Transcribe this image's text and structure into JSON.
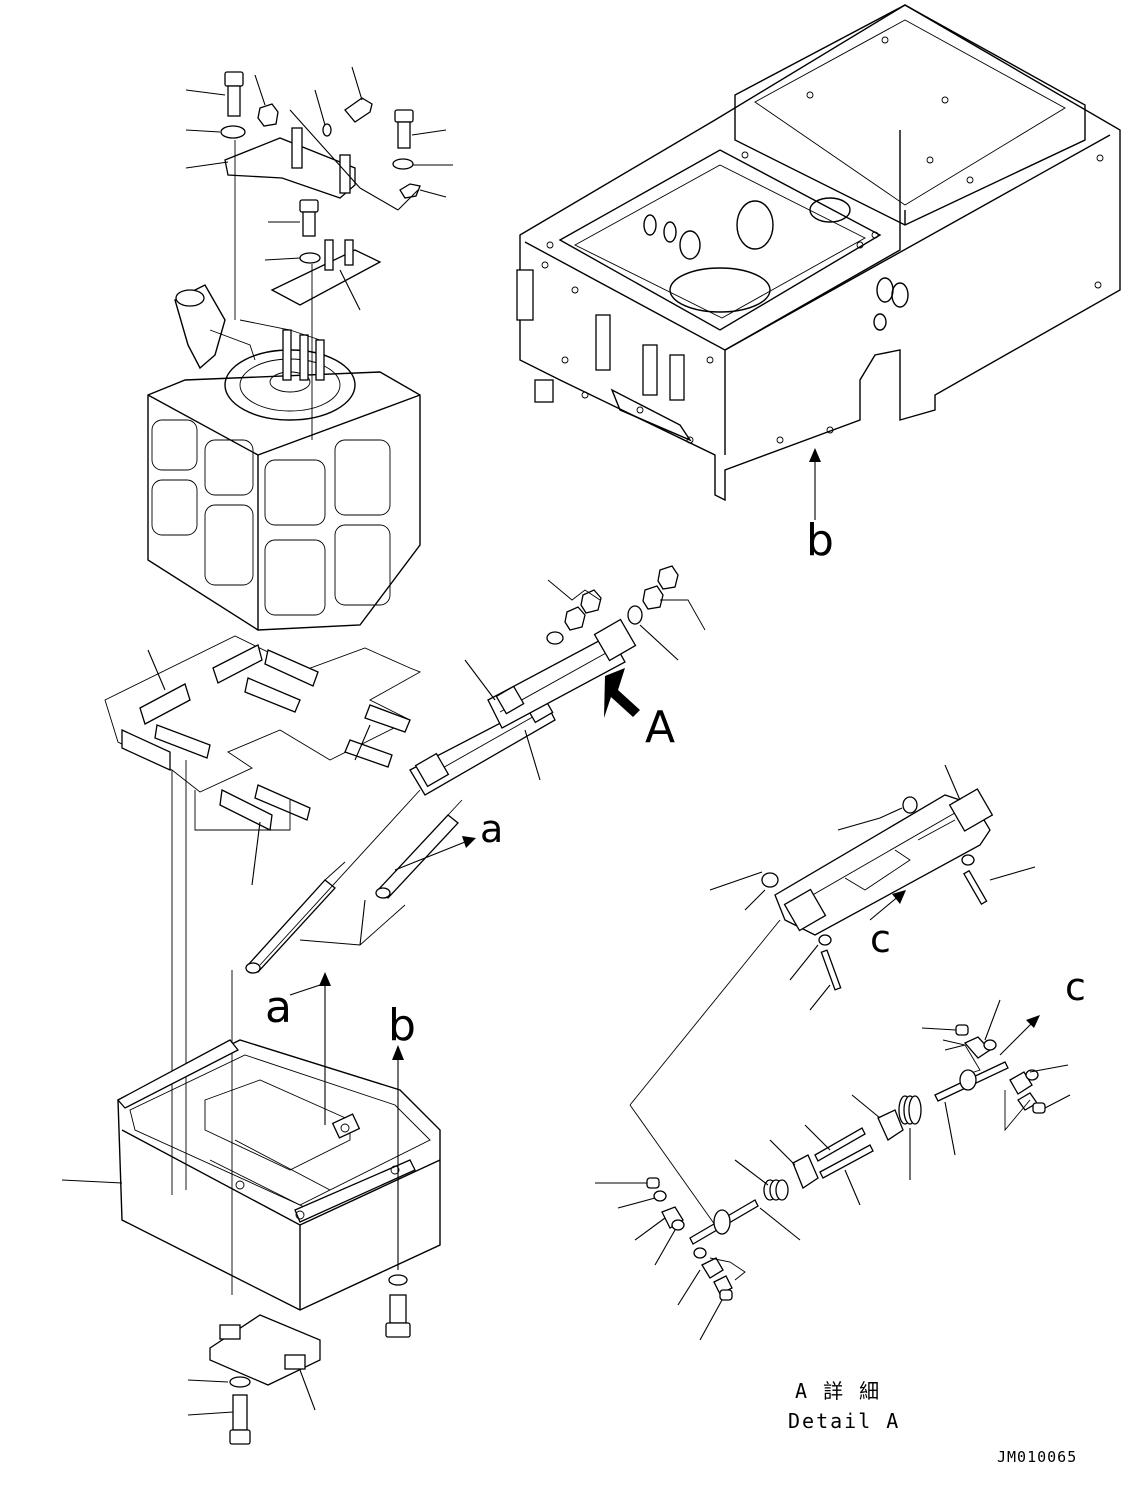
{
  "labels": {
    "view_a": "A",
    "ref_a": "a",
    "ref_b": "b",
    "ref_c": "c"
  },
  "caption": {
    "line_jp": "A 詳 細",
    "line_en": "Detail A"
  },
  "drawing_code": "JM010065"
}
